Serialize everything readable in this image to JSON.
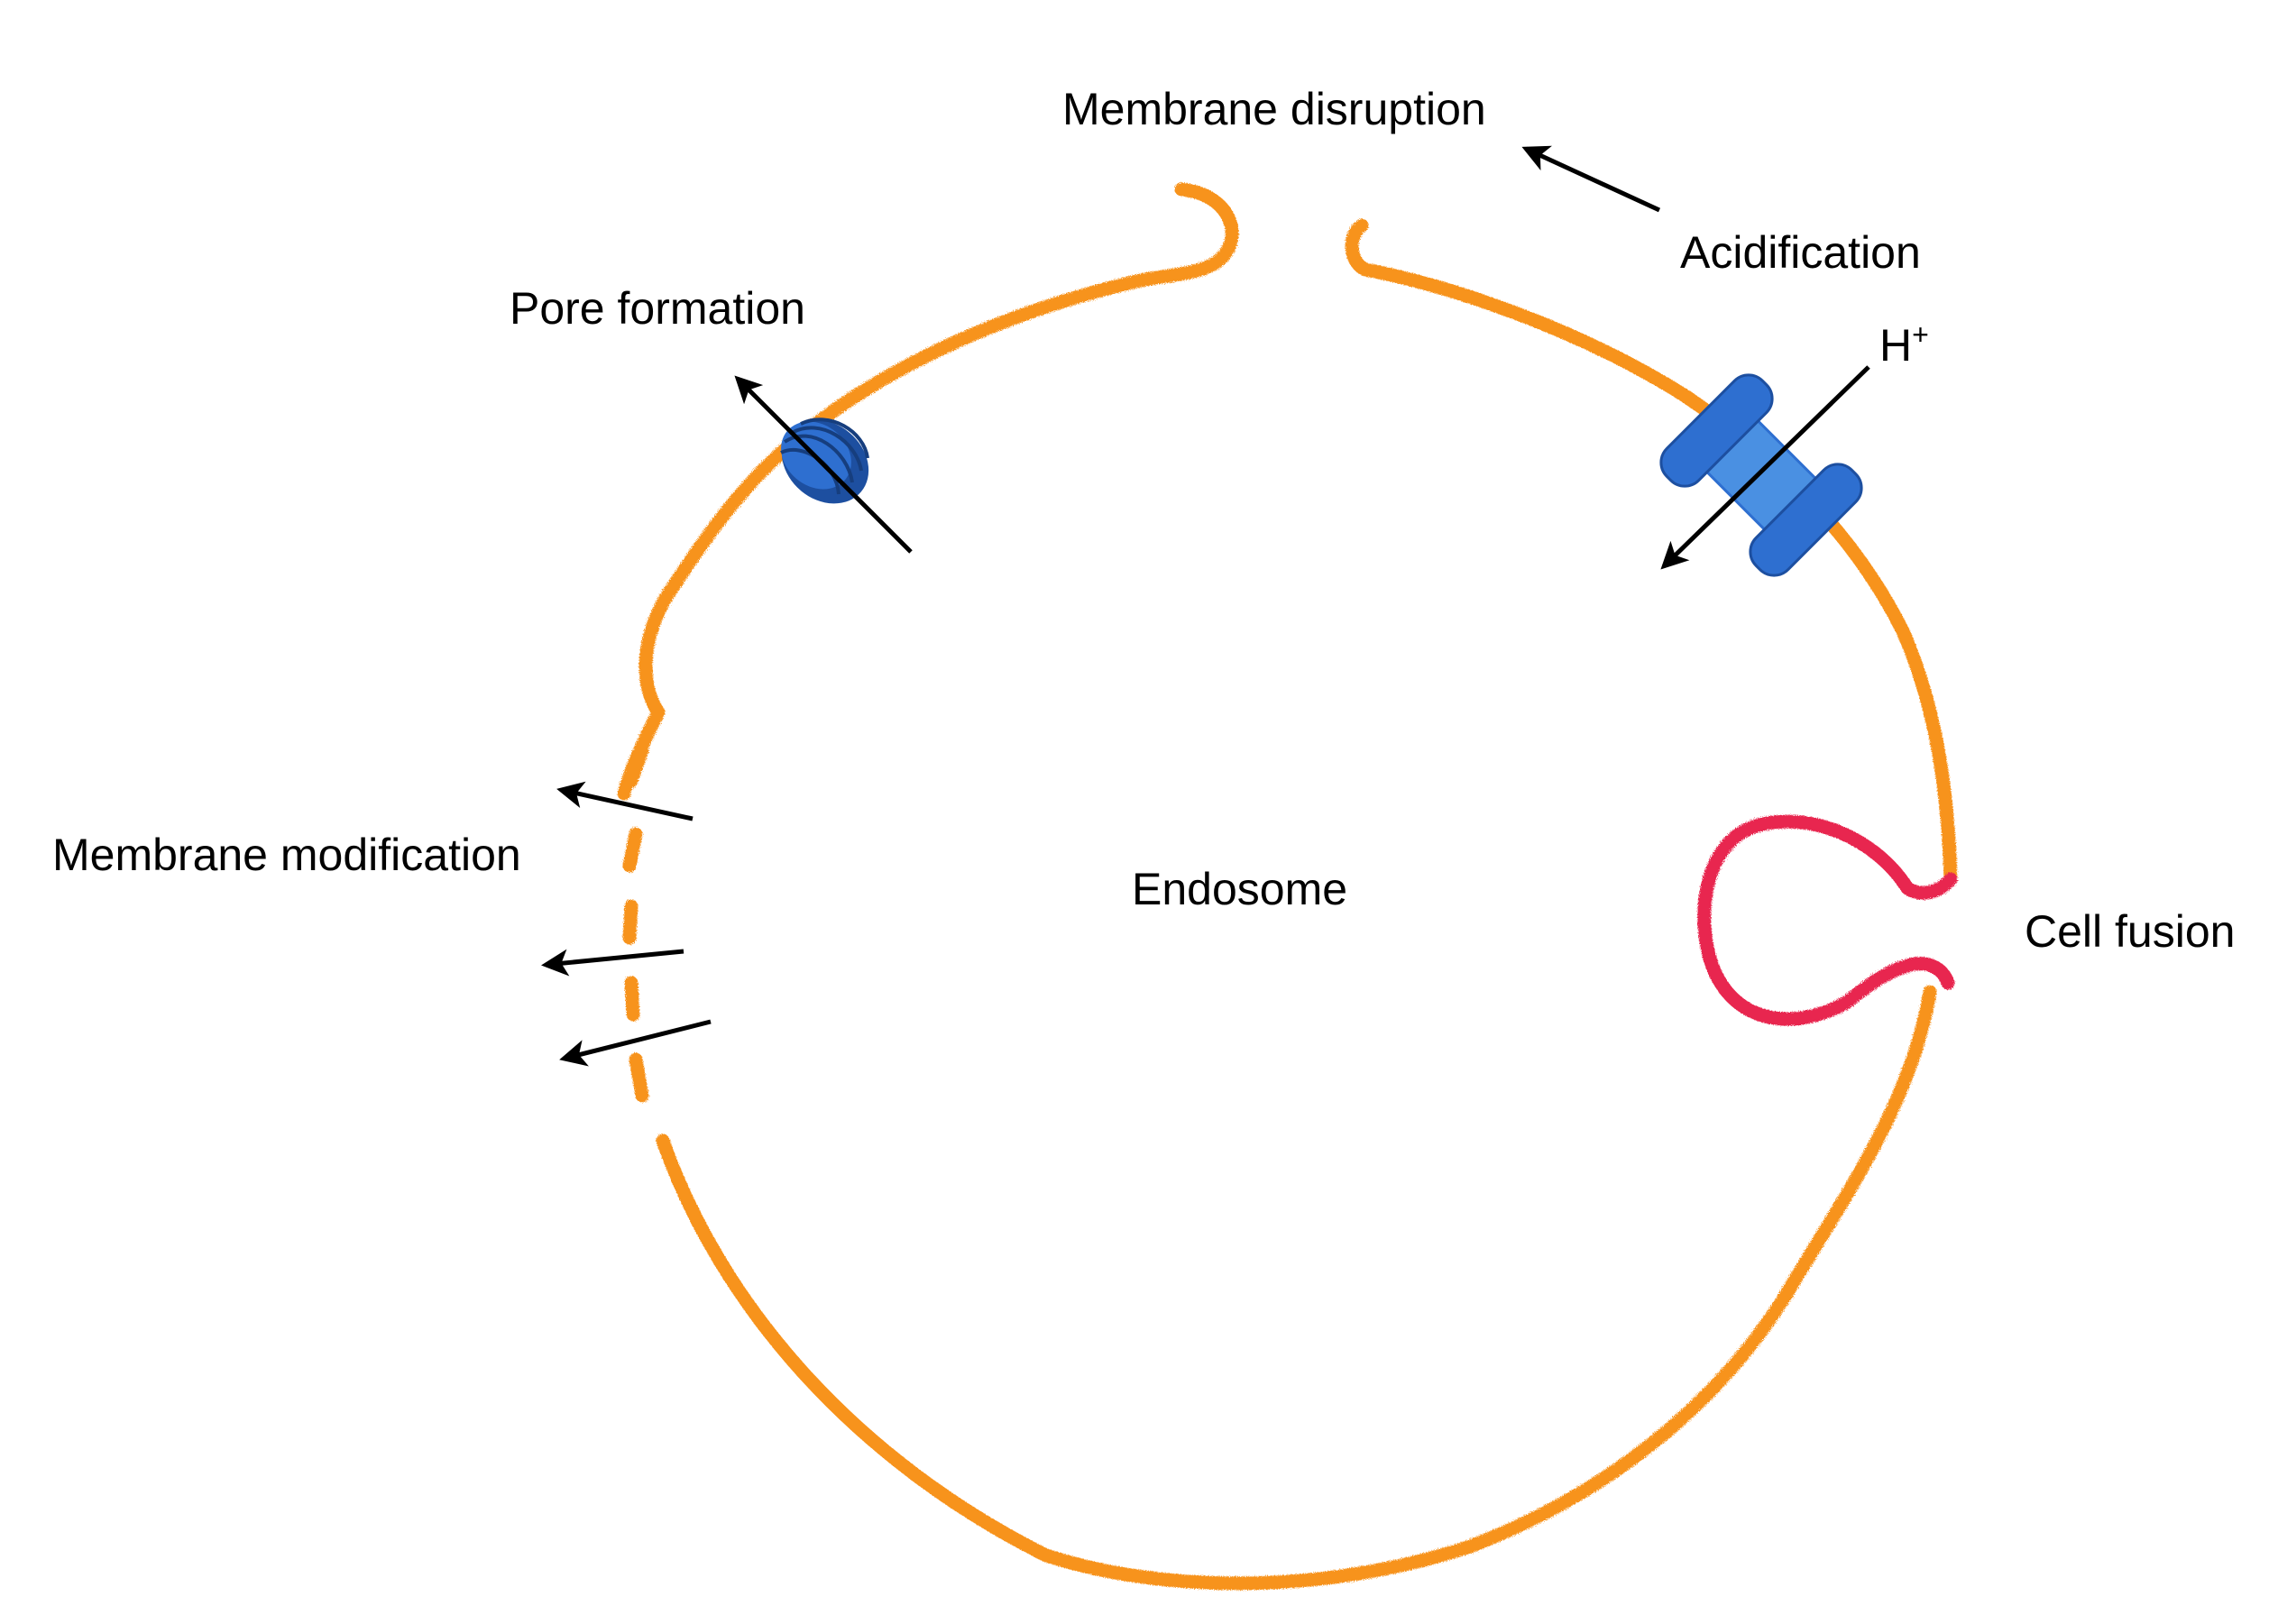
{
  "labels": {
    "membrane_disruption": "Membrane disruption",
    "acidification": "Acidification",
    "pore_formation": "Pore formation",
    "proton": "H",
    "proton_charge": "+",
    "membrane_modification": "Membrane modification",
    "endosome": "Endosome",
    "cell_fusion": "Cell fusion"
  },
  "colors": {
    "membrane": "#F7931E",
    "fusion_membrane": "#E8264F",
    "protein": "#2E6FD0",
    "protein_light": "#4A90E2",
    "protein_dark": "#1D4FA0",
    "arrow": "#000000"
  },
  "icons": {
    "pore_complex": "pore-complex-icon",
    "proton_pump": "proton-pump-icon"
  }
}
